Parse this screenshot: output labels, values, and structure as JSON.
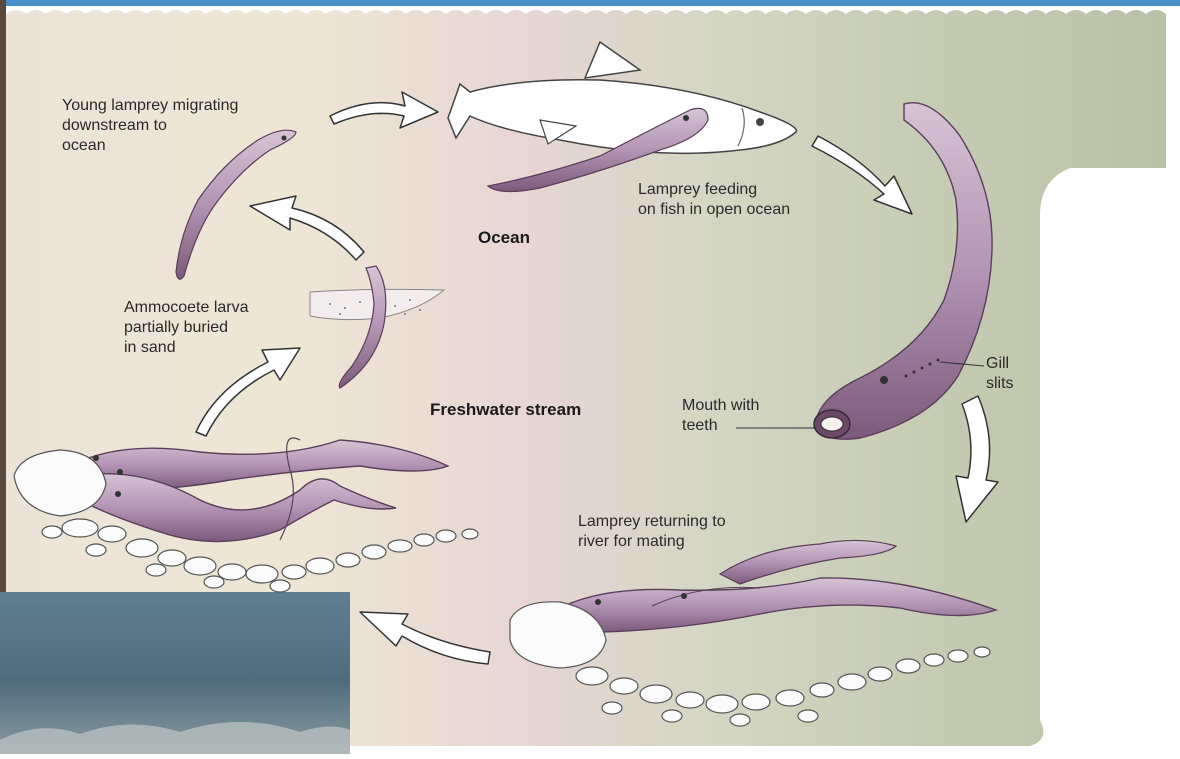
{
  "diagram": {
    "labels": {
      "young_migrating": "Young lamprey migrating\ndownstream to\nocean",
      "feeding": "Lamprey feeding\non fish in open ocean",
      "ocean": "Ocean",
      "ammocoete": "Ammocoete larva\npartially buried\nin sand",
      "gill": "Gill\nslits",
      "mouth": "Mouth with\nteeth",
      "freshwater": "Freshwater stream",
      "returning": "Lamprey returning to\nriver for mating"
    },
    "colors": {
      "paper": "#ffffff",
      "sky_blue": "#4a90c8",
      "background_green": "#c9cfb6",
      "background_warm": "#e9e2d2",
      "lamprey_body": "#b79ab8",
      "lamprey_dark": "#7a5478",
      "fish_white": "#ffffff",
      "stone_white": "#fbfbfb",
      "photo_water": "#57778a"
    },
    "icons": [
      "cycle-arrow-icon",
      "lamprey-icon",
      "host-fish-icon",
      "larva-icon",
      "stones-icon"
    ]
  }
}
